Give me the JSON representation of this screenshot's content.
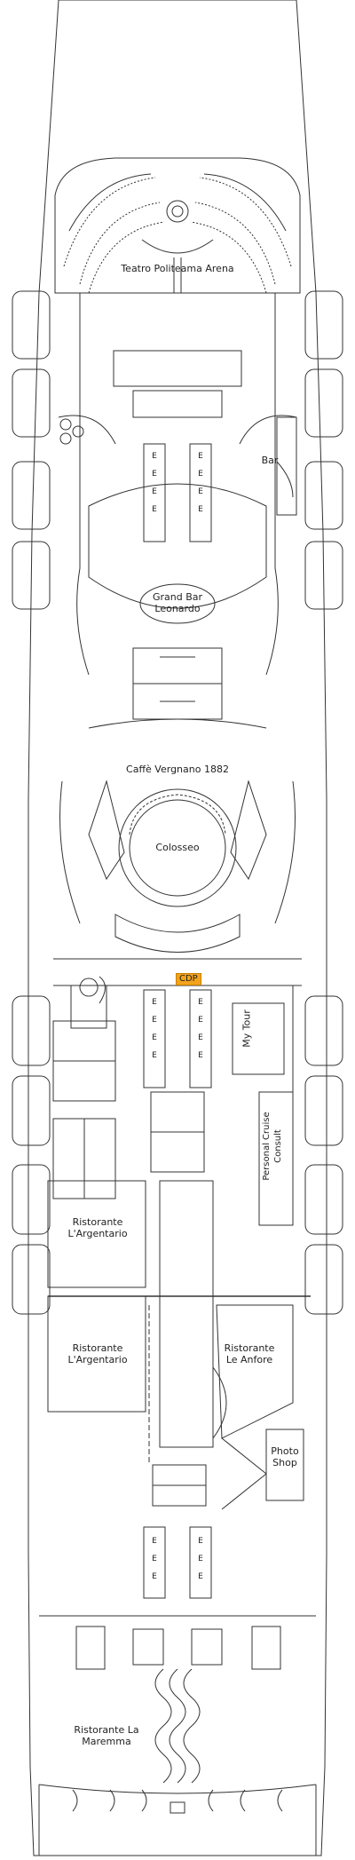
{
  "deck": {
    "venues": {
      "theatre": "Teatro Politeama Arena",
      "bar": "Bar",
      "grand_bar": "Grand Bar Leonardo",
      "caffe": "Caffè Vergnano 1882",
      "colosseo": "Colosseo",
      "cdp": "CDP",
      "mytour": "My Tour",
      "cruise_consult": "Personal Cruise Consult",
      "argentario_1": "Ristorante L'Argentario",
      "argentario_2": "Ristorante L'Argentario",
      "anfore": "Ristorante Le Anfore",
      "photo_shop": "Photo Shop",
      "maremma": "Ristorante La Maremma"
    },
    "elevator_glyph": "E",
    "accent_color": "#f2a31b"
  }
}
